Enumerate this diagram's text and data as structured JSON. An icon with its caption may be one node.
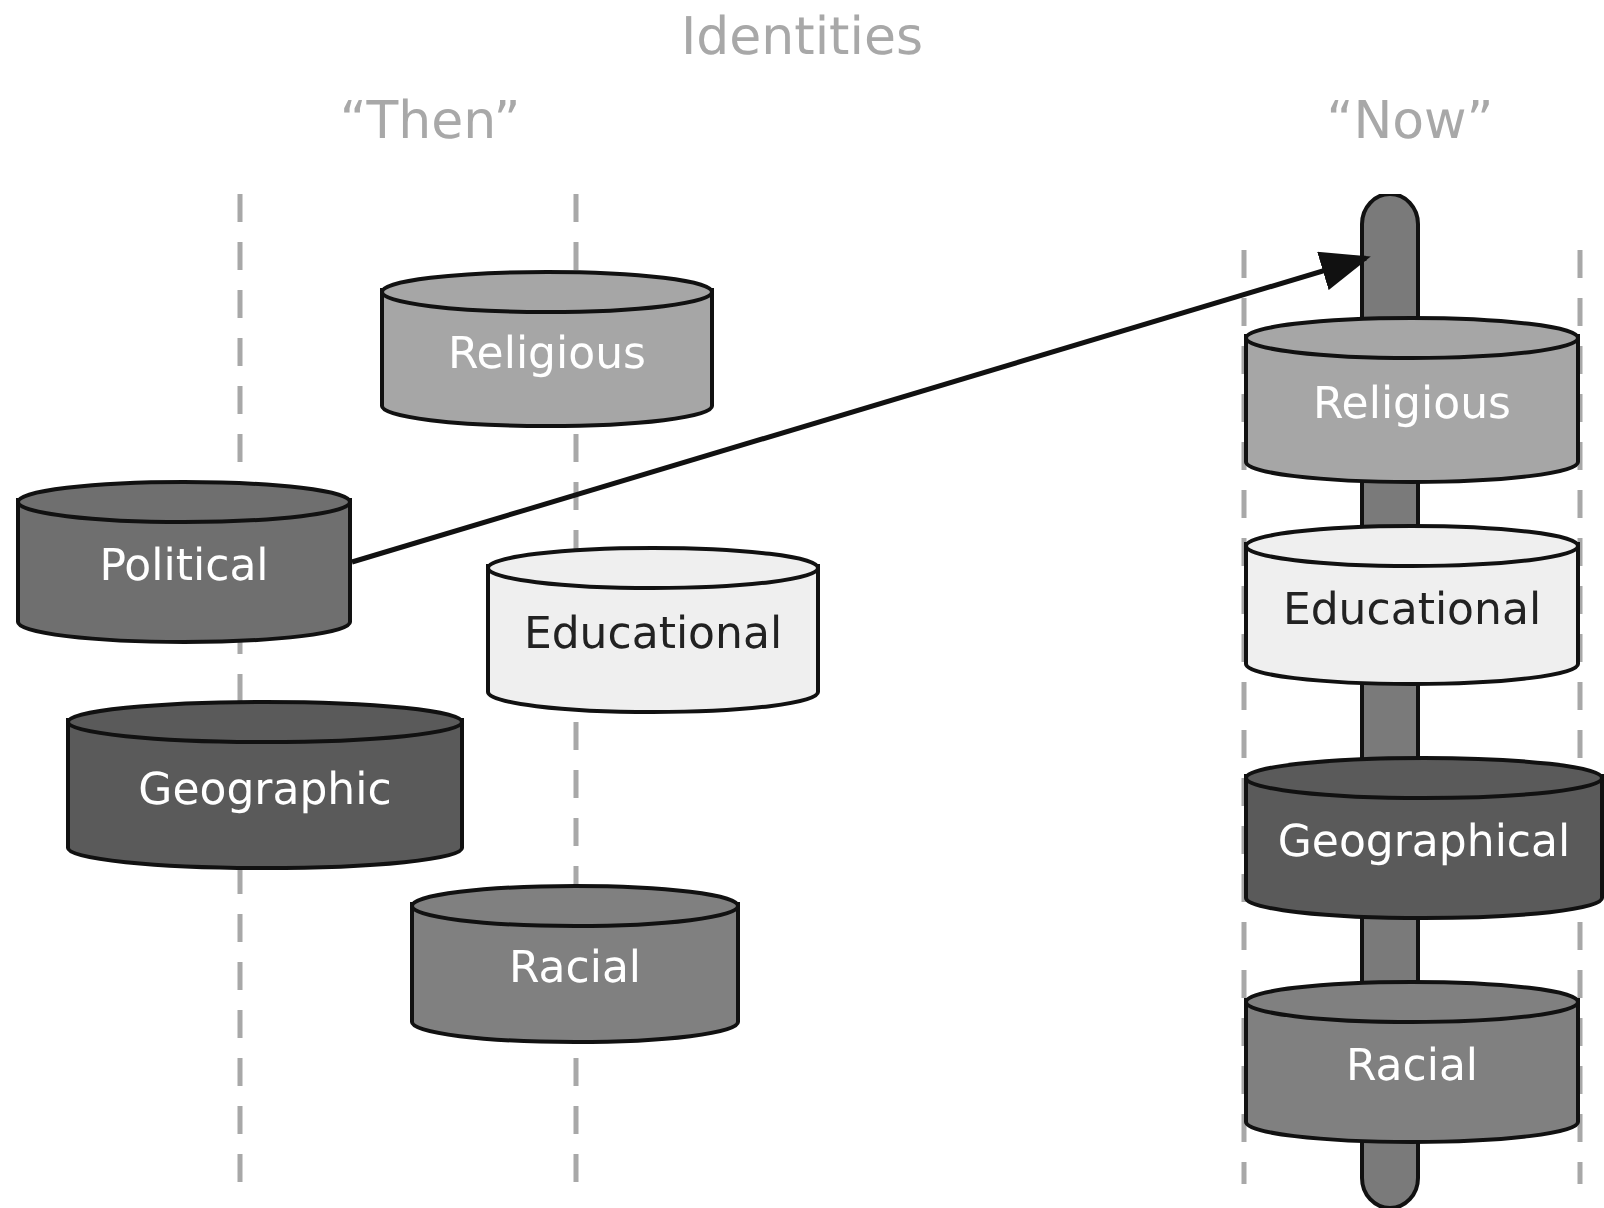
{
  "diagram": {
    "title": "Identities",
    "nodes": [
      {
        "text": [
          "Religious"
        ]
      },
      {
        "text": [
          "Political"
        ]
      },
      {
        "text": [
          "Educational"
        ]
      },
      {
        "text": [
          "Geographic"
        ]
      },
      {
        "text": [
          "Racial"
        ]
      },
      {
        "text": [],
        "shape": "bar"
      },
      {
        "text": [
          "Religious"
        ]
      },
      {
        "text": [
          "Educational"
        ]
      },
      {
        "text": [
          "Geographical"
        ]
      },
      {
        "text": [
          "Racial"
        ]
      }
    ],
    "edges": [
      {
        "from": 1,
        "to": 5,
        "arrow": "to"
      }
    ],
    "labels": [
      "“Then”",
      "“Now”"
    ]
  }
}
